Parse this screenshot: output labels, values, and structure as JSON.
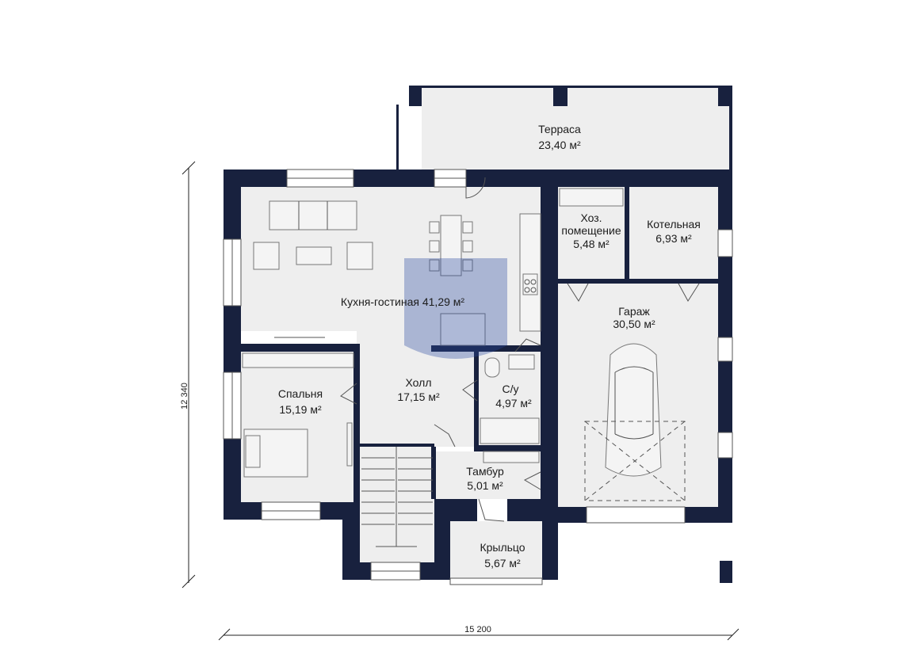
{
  "rooms": {
    "terrace": {
      "name": "Терраса",
      "area": "23,40 м²"
    },
    "kitchen": {
      "name": "Кухня-гостиная",
      "area": "41,29 м²"
    },
    "utility": {
      "name1": "Хоз.",
      "name2": "помещение",
      "area": "5,48 м²"
    },
    "boiler": {
      "name": "Котельная",
      "area": "6,93 м²"
    },
    "garage": {
      "name": "Гараж",
      "area": "30,50 м²"
    },
    "bedroom": {
      "name": "Спальня",
      "area": "15,19 м²"
    },
    "hall": {
      "name": "Холл",
      "area": "17,15 м²"
    },
    "bath": {
      "name": "С/у",
      "area": "4,97 м²"
    },
    "vestibule": {
      "name": "Тамбур",
      "area": "5,01 м²"
    },
    "porch": {
      "name": "Крыльцо",
      "area": "5,67 м²"
    }
  },
  "dimensions": {
    "height": "12 340",
    "width": "15 200"
  },
  "colors": {
    "wall": "#18213e",
    "floor": "#eeeeee",
    "watermark": "#2a4aa0"
  }
}
